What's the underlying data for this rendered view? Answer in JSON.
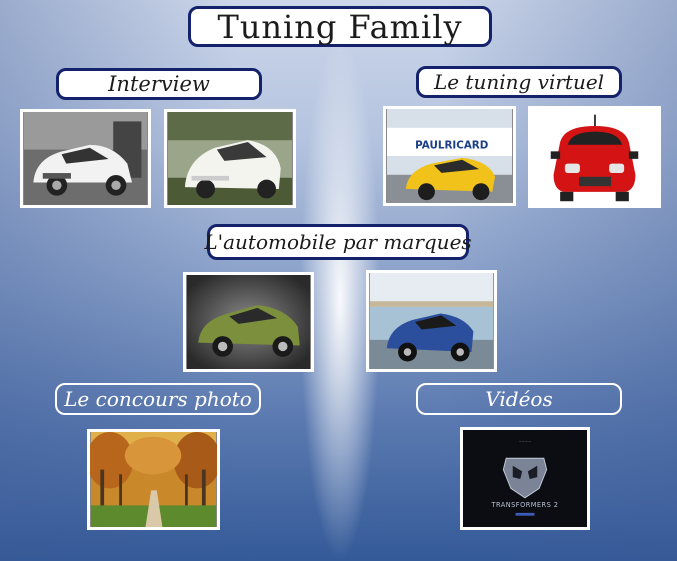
{
  "page": {
    "title": "Tuning Family"
  },
  "sections": {
    "interview": {
      "label": "Interview"
    },
    "virtual": {
      "label": "Le tuning virtuel"
    },
    "brands": {
      "label": "L'automobile par marques"
    },
    "photo_contest": {
      "label": "Le concours photo"
    },
    "videos": {
      "label": "Vidéos"
    }
  },
  "photos": {
    "interview_1": {
      "subject": "white-audi-tt"
    },
    "interview_2": {
      "subject": "white-tuned-car"
    },
    "virtual_1": {
      "subject": "yellow-renault-megane",
      "sign_text": "PAULRICARD"
    },
    "virtual_2": {
      "subject": "red-citroen-c2"
    },
    "brands_1": {
      "subject": "green-ford-fiesta"
    },
    "brands_2": {
      "subject": "blue-peugeot-207"
    },
    "contest_1": {
      "subject": "autumn-tree-avenue"
    },
    "videos_1": {
      "subject": "transformers-poster",
      "poster_text": "TRANSFORMERS 2"
    }
  },
  "colors": {
    "label_border": "#14216b",
    "frame": "#ffffff",
    "background_dark": "#345a98"
  }
}
